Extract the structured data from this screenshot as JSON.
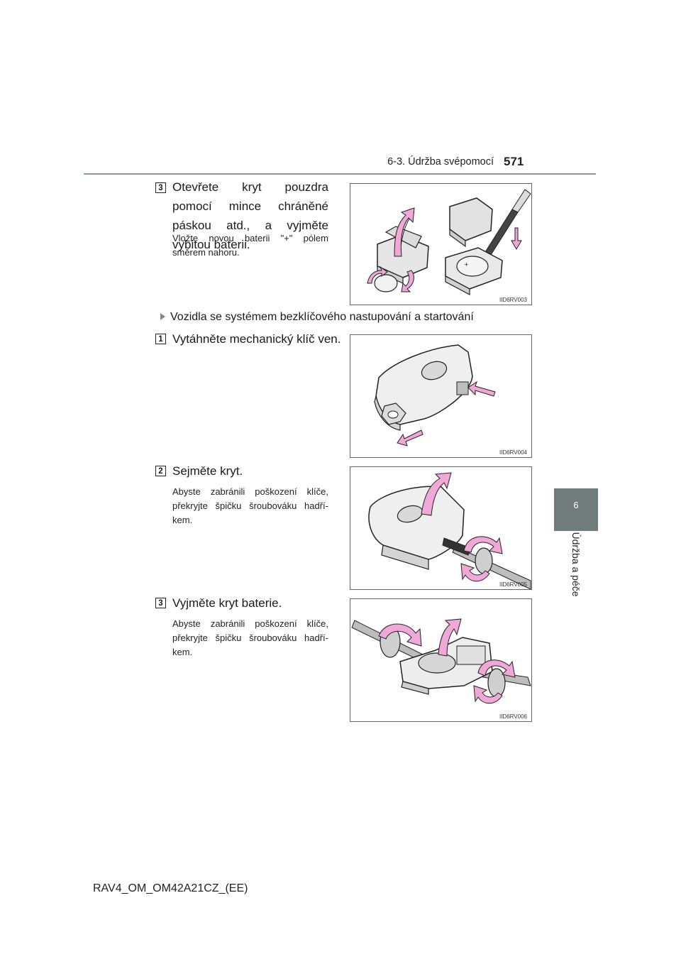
{
  "header": {
    "section": "6-3. Údržba svépomocí",
    "page_number": "571"
  },
  "side_tab": {
    "number": "6",
    "label": "Údržba a péče"
  },
  "steps": [
    {
      "badge": "3",
      "title": "Otevřete kryt pouzdra pomocí mince chráněné páskou atd., a vyjměte vybitou baterii.",
      "note": "Vložte novou baterii \"+\" pólem směrem nahoru.",
      "figure_code": "IID6RV003"
    },
    {
      "badge": "1",
      "title": "Vytáhněte mechanický klíč ven.",
      "note": "",
      "figure_code": "IID6RV004"
    },
    {
      "badge": "2",
      "title": "Sejměte kryt.",
      "note": "Abyste zabránili poškození klíče, překryjte špičku šroubováku hadří­kem.",
      "figure_code": "IID6RV005"
    },
    {
      "badge": "3",
      "title": "Vyjměte kryt baterie.",
      "note": "Abyste zabránili poškození klíče, překryjte špičku šroubováku hadří­kem.",
      "figure_code": "IID6RV006"
    }
  ],
  "section_heading": "Vozidla se systémem bezklíčového nastupování a startování",
  "footer": {
    "code": "RAV4_OM_OM42A21CZ_(EE)"
  },
  "colors": {
    "accent_arrow": "#f0a8d8",
    "side_tab": "#6f7c7b",
    "rule": "#8c9a99"
  }
}
